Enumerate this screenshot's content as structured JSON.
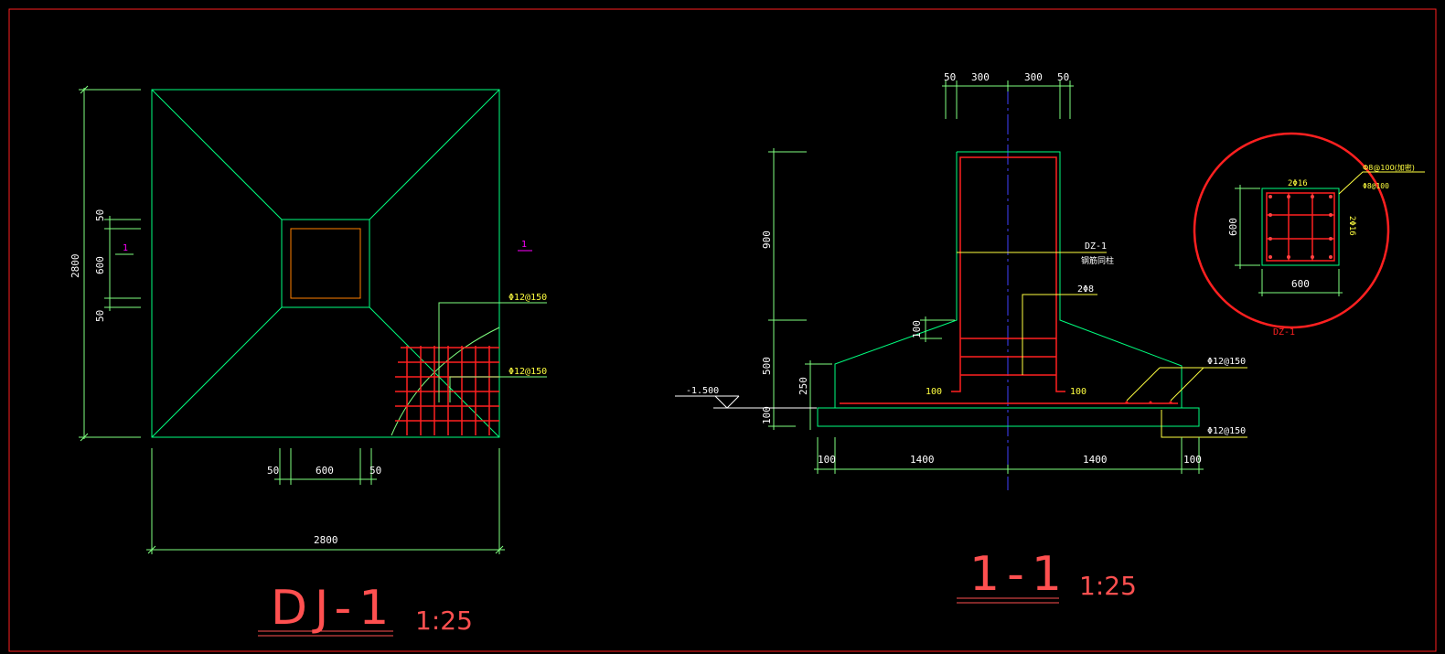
{
  "colors": {
    "background": "#000000",
    "frame": "#ff2020",
    "outline": "#00ff7f",
    "rebar": "#ff2020",
    "dim_line": "#7fff7f",
    "text": "#ffffff",
    "leader_text": "#ffff40",
    "section_mark": "#ff00ff",
    "axis": "#3f3fff",
    "callout": "#ff2020",
    "title": "#ff5050"
  },
  "plan": {
    "title": "DJ-1",
    "scale": "1:25",
    "dims": {
      "height_total": "2800",
      "width_total": "2800",
      "top_50": "50",
      "mid_600": "600",
      "bot_50": "50",
      "x_left_50": "50",
      "x_600": "600",
      "x_right_50": "50"
    },
    "section_mark_left": "1",
    "section_mark_right": "1",
    "rebar_top": "Φ12@150",
    "rebar_bottom": "Φ12@150"
  },
  "section": {
    "title": "1-1",
    "scale": "1:25",
    "top_dims": [
      "50",
      "300",
      "300",
      "50"
    ],
    "dim_900": "900",
    "dim_500": "500",
    "dim_250": "250",
    "dim_100_bottom": "100",
    "dim_100_step": "100",
    "elevation": "-1.500",
    "column_label": "DZ-1",
    "column_note": "钢筋同柱",
    "stirrup": "2Φ8",
    "hook_left": "100",
    "hook_right": "100",
    "rebar_right_top": "Φ12@150",
    "rebar_right_bottom": "Φ12@150",
    "bottom_dims": [
      "100",
      "1400",
      "1400",
      "100"
    ]
  },
  "detail": {
    "name": "DZ-1",
    "top_bars": "2Φ16",
    "side_bars": "2Φ16",
    "stirrup_a": "Φ8@100(加密)",
    "stirrup_b": "Φ8@100",
    "dim_left": "600",
    "dim_bottom": "600"
  }
}
